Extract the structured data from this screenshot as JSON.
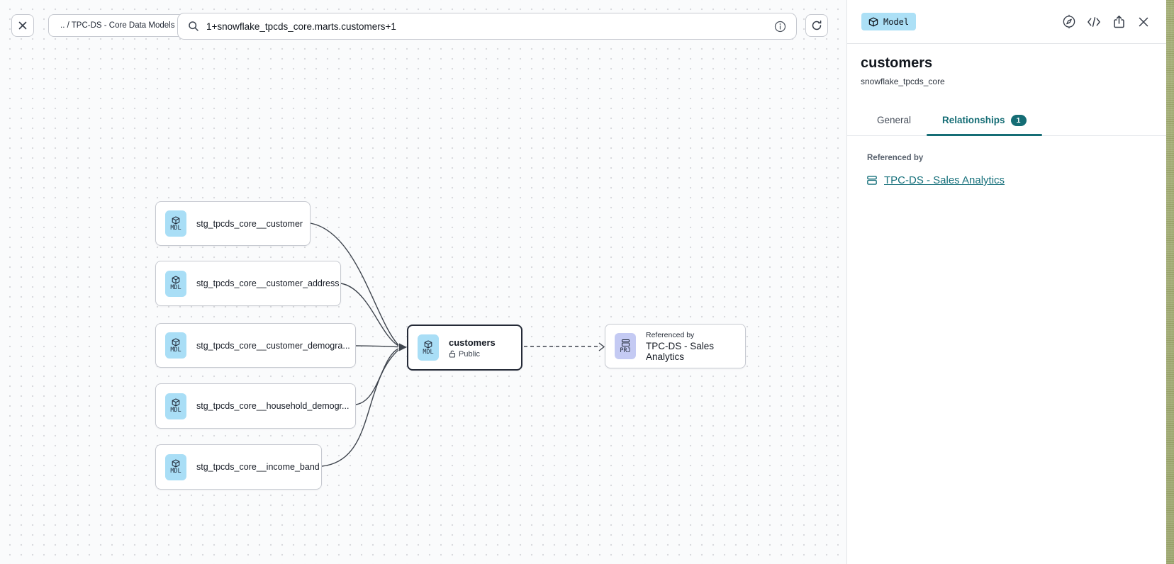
{
  "toolbar": {
    "breadcrumb": ".. / TPC-DS - Core Data Models",
    "search_value": "1+snowflake_tpcds_core.marts.customers+1"
  },
  "graph": {
    "model_badge": "MDL",
    "project_badge": "PRJ",
    "upstream_nodes": [
      {
        "label": "stg_tpcds_core__customer"
      },
      {
        "label": "stg_tpcds_core__customer_address"
      },
      {
        "label": "stg_tpcds_core__customer_demogra..."
      },
      {
        "label": "stg_tpcds_core__household_demogr..."
      },
      {
        "label": "stg_tpcds_core__income_band"
      }
    ],
    "selected_node": {
      "name": "customers",
      "visibility": "Public"
    },
    "downstream_node": {
      "caption": "Referenced by",
      "name": "TPC-DS - Sales Analytics"
    }
  },
  "panel": {
    "type_badge": "Model",
    "title": "customers",
    "subtitle": "snowflake_tpcds_core",
    "tabs": [
      {
        "label": "General"
      },
      {
        "label": "Relationships",
        "badge": "1"
      }
    ],
    "section_label": "Referenced by",
    "reference_link": "TPC-DS - Sales Analytics"
  },
  "colors": {
    "accent_teal": "#156d75",
    "model_badge_bg": "#a9def6",
    "project_badge_bg": "#c4caf3",
    "chip_bg": "#ace0f6",
    "canvas_bg": "#fafbfc",
    "selected_border": "#242a37",
    "edge_stroke": "#3f454e"
  }
}
